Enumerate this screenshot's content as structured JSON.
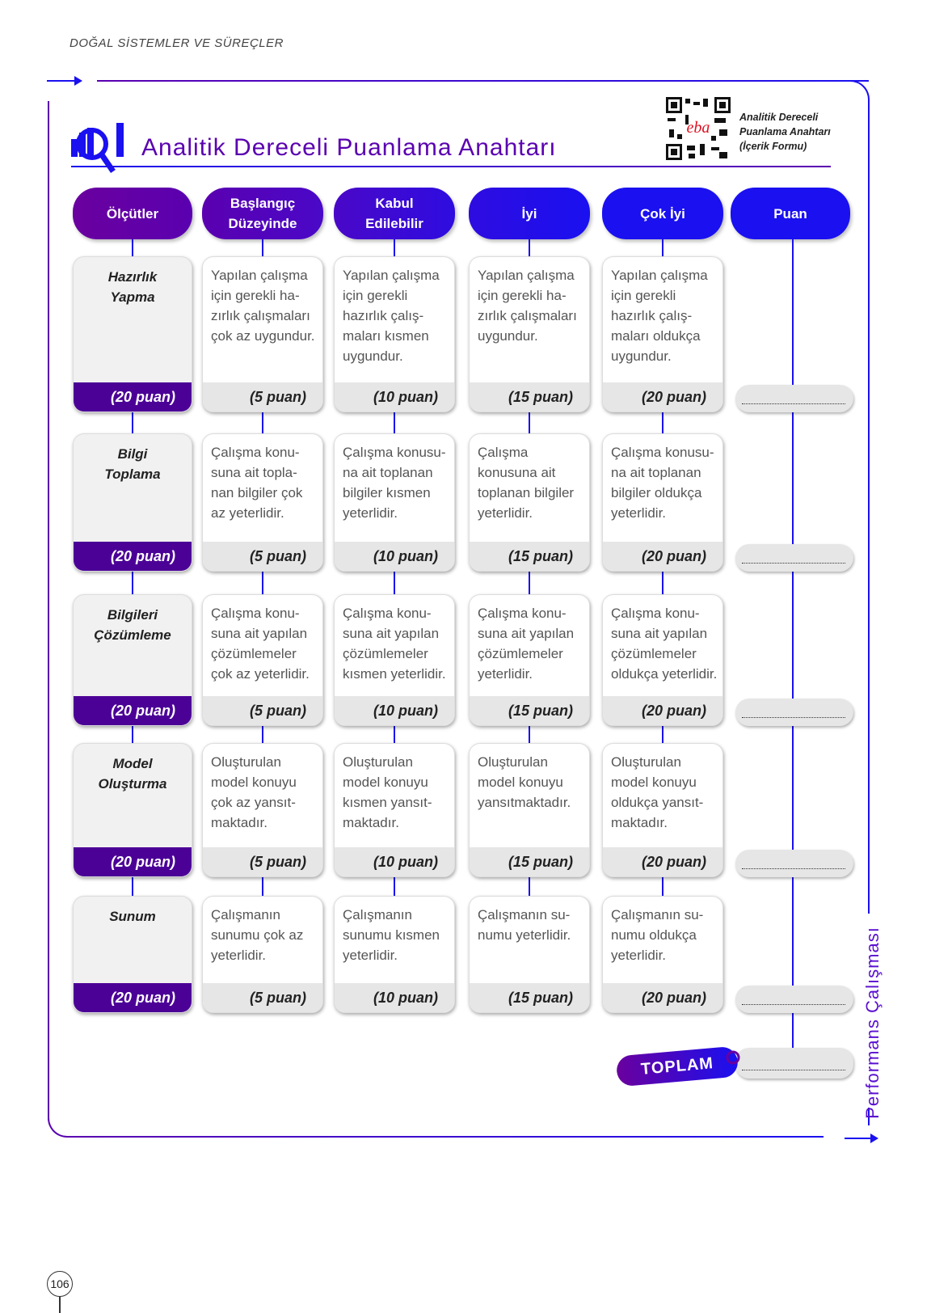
{
  "running_header": "DOĞAL SİSTEMLER VE SÜREÇLER",
  "title": "Analitik Dereceli Puanlama Anahtarı",
  "qr_label": "Analitik Dereceli\nPuanlama Anahtarı\n(İçerik Formu)",
  "qr_logo_text": "eba",
  "side_label": "Performans Çalışması",
  "headers": [
    "Ölçütler",
    "Başlangıç\nDüzeyinde",
    "Kabul\nEdilebilir",
    "İyi",
    "Çok İyi",
    "Puan"
  ],
  "rows": [
    {
      "criterion": "Hazırlık\nYapma",
      "criterion_points": "(20 puan)",
      "cells": [
        {
          "text": "Yapılan çalışma\niçin gerekli ha-\nzırlık çalışmaları\nçok az uygundur.",
          "points": "(5 puan)"
        },
        {
          "text": "Yapılan çalışma\niçin gerekli\nhazırlık çalış-\nmaları kısmen\nuygundur.",
          "points": "(10 puan)"
        },
        {
          "text": "Yapılan çalışma\niçin gerekli ha-\nzırlık çalışmaları\nuygundur.",
          "points": "(15 puan)"
        },
        {
          "text": "Yapılan çalışma\niçin gerekli\nhazırlık çalış-\nmaları oldukça\nuygundur.",
          "points": "(20 puan)"
        }
      ]
    },
    {
      "criterion": "Bilgi\nToplama",
      "criterion_points": "(20 puan)",
      "cells": [
        {
          "text": "Çalışma konu-\nsuna ait topla-\nnan bilgiler çok\naz yeterlidir.",
          "points": "(5 puan)"
        },
        {
          "text": "Çalışma konusu-\nna ait toplanan\nbilgiler kısmen\nyeterlidir.",
          "points": "(10 puan)"
        },
        {
          "text": "Çalışma\nkonusuna ait\ntoplanan bilgiler\nyeterlidir.",
          "points": "(15 puan)"
        },
        {
          "text": "Çalışma konusu-\nna ait toplanan\nbilgiler oldukça\nyeterlidir.",
          "points": "(20 puan)"
        }
      ]
    },
    {
      "criterion": "Bilgileri\nÇözümleme",
      "criterion_points": "(20 puan)",
      "cells": [
        {
          "text": "Çalışma konu-\nsuna ait yapılan\nçözümlemeler\nçok az yeterlidir.",
          "points": "(5 puan)"
        },
        {
          "text": "Çalışma konu-\nsuna ait yapılan\nçözümlemeler\nkısmen yeterlidir.",
          "points": "(10 puan)"
        },
        {
          "text": "Çalışma konu-\nsuna ait yapılan\nçözümlemeler\nyeterlidir.",
          "points": "(15 puan)"
        },
        {
          "text": "Çalışma konu-\nsuna ait yapılan\nçözümlemeler\noldukça yeterlidir.",
          "points": "(20 puan)"
        }
      ]
    },
    {
      "criterion": "Model\nOluşturma",
      "criterion_points": "(20 puan)",
      "cells": [
        {
          "text": "Oluşturulan\nmodel konuyu\nçok az yansıt-\nmaktadır.",
          "points": "(5 puan)"
        },
        {
          "text": "Oluşturulan\nmodel konuyu\nkısmen yansıt-\nmaktadır.",
          "points": "(10 puan)"
        },
        {
          "text": "Oluşturulan\nmodel konuyu\nyansıtmaktadır.",
          "points": "(15 puan)"
        },
        {
          "text": "Oluşturulan\nmodel konuyu\noldukça yansıt-\nmaktadır.",
          "points": "(20 puan)"
        }
      ]
    },
    {
      "criterion": "Sunum",
      "criterion_points": "(20 puan)",
      "cells": [
        {
          "text": "Çalışmanın\nsunumu çok az\nyeterlidir.",
          "points": "(5 puan)"
        },
        {
          "text": "Çalışmanın\nsunumu kısmen\nyeterlidir.",
          "points": "(10 puan)"
        },
        {
          "text": "Çalışmanın su-\nnumu yeterlidir.",
          "points": "(15 puan)"
        },
        {
          "text": "Çalışmanın su-\nnumu oldukça\nyeterlidir.",
          "points": "(20 puan)"
        }
      ]
    }
  ],
  "total_label": "TOPLAM",
  "page_number": "106",
  "colors": {
    "purple": "#5a00b0",
    "blue": "#1a10f0",
    "criterion_footer": "#4b0096"
  }
}
